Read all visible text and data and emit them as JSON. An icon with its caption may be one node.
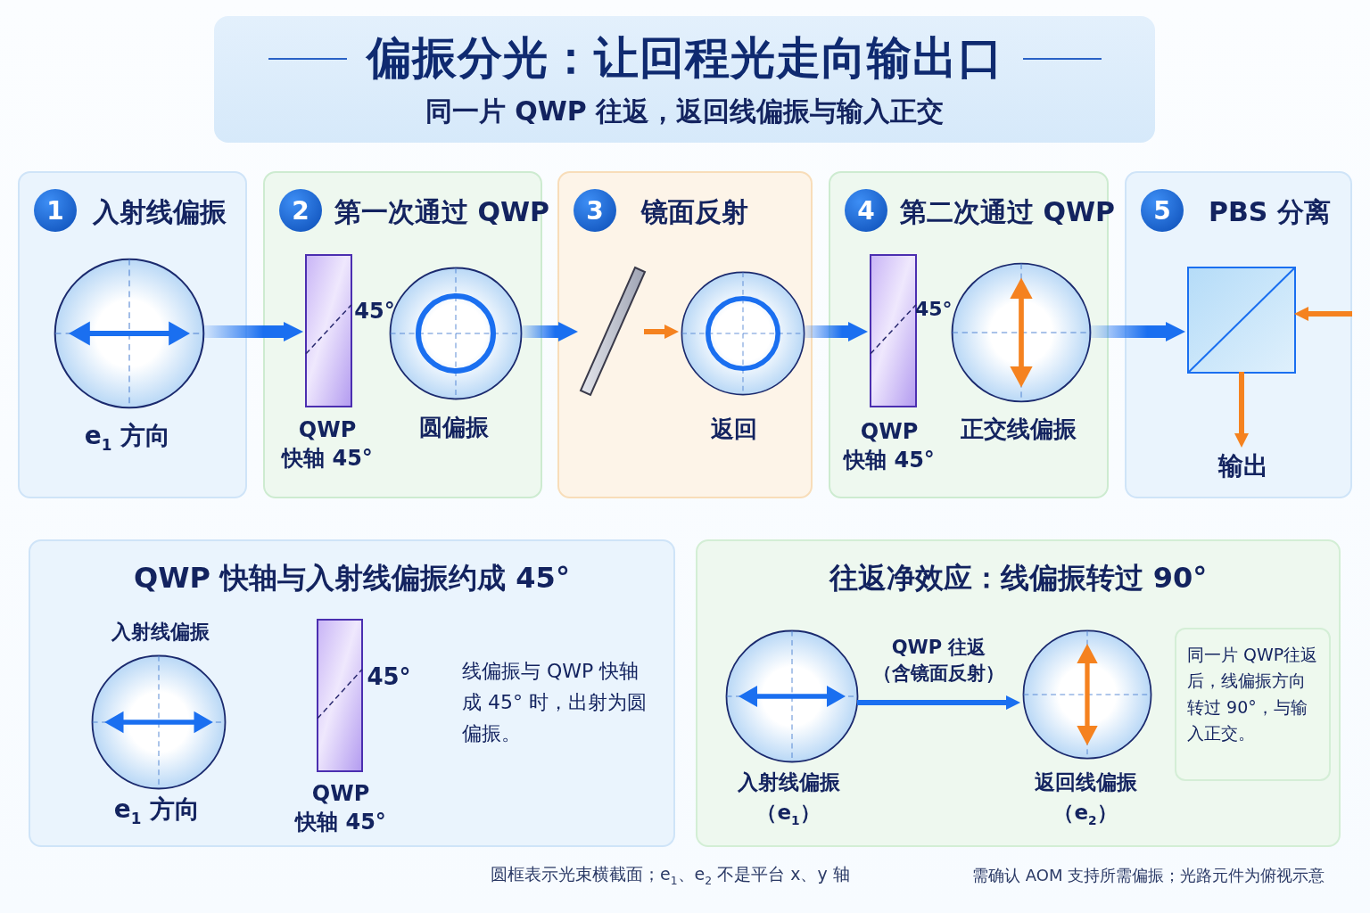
{
  "diagram": {
    "title": "偏振分光：让回程光走向输出口",
    "nodes": [
      {
        "text": [
          "1",
          "入射线偏振"
        ]
      },
      {
        "text": [],
        "shape": "circle",
        "in": 0,
        "beside": [
          "e$_{1}$ 方向"
        ]
      },
      {
        "text": [
          "2",
          "第一次通过 QWP"
        ]
      },
      {
        "text": [],
        "shape": "bar",
        "in": 2,
        "beside": [
          "45°",
          "QWP 快轴 45°"
        ]
      },
      {
        "text": [],
        "shape": "circle",
        "in": 2,
        "beside": [
          "圆偏振"
        ]
      },
      {
        "text": [
          "3",
          "镜面反射"
        ]
      },
      {
        "text": [],
        "shape": "bar",
        "in": 5
      },
      {
        "text": [],
        "shape": "circle",
        "in": 5,
        "beside": [
          "返回"
        ]
      },
      {
        "text": [
          "4",
          "第二次通过 QWP"
        ]
      },
      {
        "text": [],
        "shape": "bar",
        "in": 8,
        "beside": [
          "45°",
          "QWP 快轴 45°"
        ]
      },
      {
        "text": [],
        "shape": "circle",
        "in": 8,
        "beside": [
          "正交线偏振"
        ]
      },
      {
        "text": [
          "5",
          "PBS 分离"
        ]
      },
      {
        "text": [],
        "shape": "box",
        "in": 11
      },
      {
        "text": [
          "输出"
        ],
        "in": 11
      },
      {
        "text": [
          "QWP 快轴与入射线偏振约成 45°"
        ]
      },
      {
        "text": [],
        "shape": "circle",
        "in": 14,
        "beside": [
          "入射线偏振",
          "e$_{1}$ 方向"
        ]
      },
      {
        "text": [],
        "shape": "bar",
        "in": 14,
        "beside": [
          "45°",
          "QWP 快轴 45°"
        ]
      },
      {
        "text": [
          "往返净效应：线偏振转过 90°"
        ]
      },
      {
        "text": [],
        "shape": "circle",
        "in": 17,
        "beside": [
          "入射线偏振",
          "（e$_{1}$）"
        ]
      },
      {
        "text": [],
        "shape": "circle",
        "in": 17,
        "beside": [
          "返回线偏振",
          "（e$_{2}$）"
        ]
      },
      {
        "text": [
          "同一片 QWP往返后，线偏振方向转过 90°，与输入正交。"
        ],
        "in": 17
      }
    ],
    "edges": [
      {
        "from": 1,
        "to": 3,
        "arrow": "to",
        "style": "thick"
      },
      {
        "from": 4,
        "to": 6,
        "arrow": "to",
        "style": "thick"
      },
      {
        "from": 6,
        "to": 7,
        "arrow": "to",
        "color": "#f5821f"
      },
      {
        "from": 7,
        "to": 9,
        "arrow": "to",
        "style": "thick"
      },
      {
        "from": 10,
        "to": 12,
        "arrow": "to",
        "style": "thick"
      },
      {
        "from": null,
        "to": 12,
        "arrow": "to",
        "color": "#f5821f"
      },
      {
        "from": 12,
        "to": 13,
        "arrow": "to",
        "color": "#f5821f"
      },
      {
        "from": 18,
        "to": 19,
        "arrow": "to",
        "color": "#1a6ff0",
        "label": "QWP 往返（含镜面反射）"
      }
    ],
    "labels": [
      "同一片 QWP 往返，返回线偏振与输入正交",
      "线偏振与 QWP 快轴成 45° 时，出射为圆偏振。",
      "圆框表示光束横截面；e$_{1}$、e$_{2}$ 不是平台 x、y 轴",
      "需确认 AOM 支持所需偏振；光路元件为俯视示意"
    ]
  }
}
